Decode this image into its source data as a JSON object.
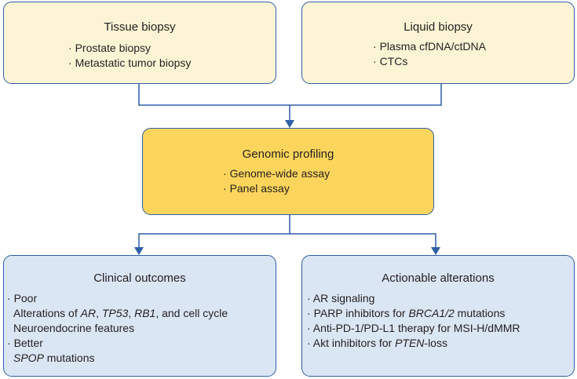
{
  "tissue_box": {
    "title": "Tissue biopsy",
    "items": [
      "Prostate biopsy",
      "Metastatic tumor biopsy"
    ]
  },
  "liquid_box": {
    "title": "Liquid biopsy",
    "items": [
      "Plasma cfDNA/ctDNA",
      "CTCs"
    ]
  },
  "genomic_box": {
    "title": "Genomic profiling",
    "items": [
      "Genome-wide assay",
      "Panel assay"
    ]
  },
  "clinical_box": {
    "title": "Clinical outcomes",
    "poor_label": "Poor",
    "poor_alterations_prefix": "Alterations of ",
    "gene_ar": "AR",
    "sep1": ", ",
    "gene_tp53": "TP53",
    "sep2": ", ",
    "gene_rb1": "RB1",
    "poor_alterations_suffix": ", and cell cycle",
    "poor_neuro": "Neuroendocrine features",
    "better_label": "Better",
    "gene_spop": "SPOP",
    "better_suffix": " mutations"
  },
  "action_box": {
    "title": "Actionable alterations",
    "item1": "AR signaling",
    "item2_prefix": "PARP inhibitors for ",
    "gene_brca": "BRCA1/2",
    "item2_suffix": " mutations",
    "item3": "Anti-PD-1/PD-L1 therapy for MSI-H/dMMR",
    "item4_prefix": "Akt inhibitors for ",
    "gene_pten": "PTEN",
    "item4_suffix": "-loss"
  },
  "bullet": "·",
  "colors": {
    "border": "#2f5fa7",
    "source_fill": "#fdf4d5",
    "profiling_fill": "#fdd55c",
    "outcome_fill": "#dbe6f4",
    "text": "#231f20"
  }
}
